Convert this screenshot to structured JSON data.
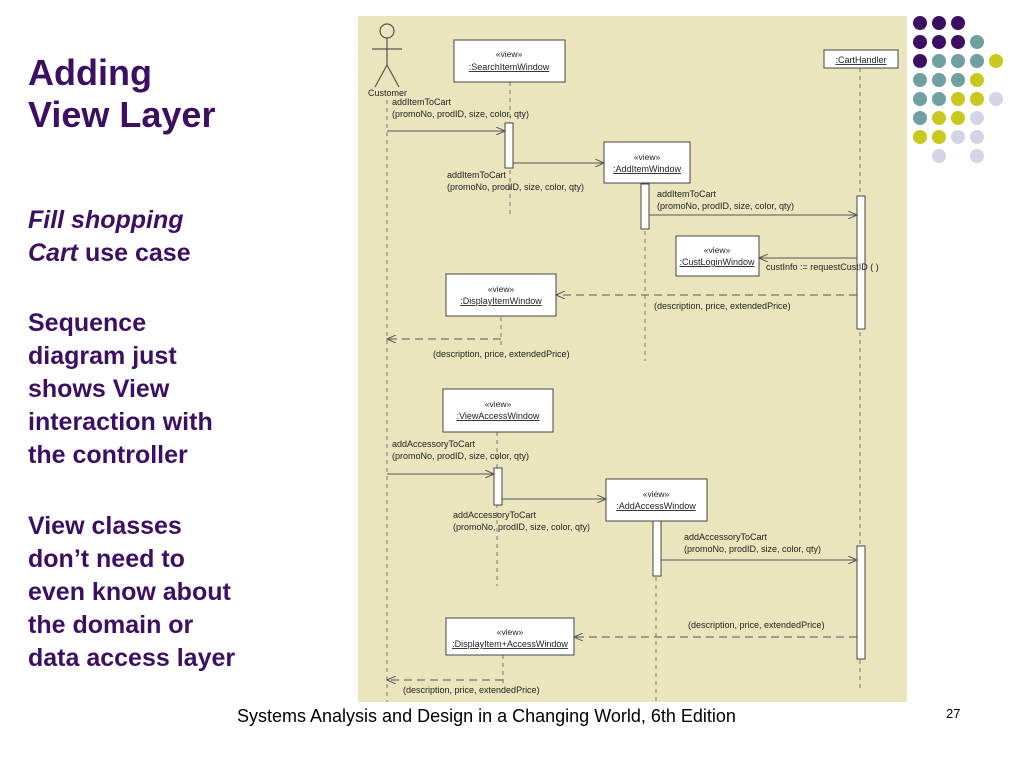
{
  "slide": {
    "title_line1": "Adding",
    "title_line2": "View Layer",
    "subtitle_italic1": "Fill shopping",
    "subtitle_italic2": "Cart",
    "subtitle_rest": " use case",
    "para1": [
      "Sequence",
      "diagram just",
      "shows View",
      "interaction with",
      "the controller"
    ],
    "para2": [
      "View classes",
      "don’t need to",
      "even know about",
      "the domain or",
      "data access layer"
    ],
    "footer": "Systems Analysis and Design in a Changing World, 6th Edition",
    "page_number": "27"
  },
  "diagram": {
    "actor": "Customer",
    "stereotype": "«view»",
    "objects": {
      "search": ":SearchItemWindow",
      "cart": ":CartHandler",
      "additem": ":AddItemWindow",
      "custlogin": ":CustLoginWindow",
      "display": ":DisplayItemWindow",
      "viewaccess": ":ViewAccessWindow",
      "addaccess": ":AddAccessWindow",
      "displayacc": ":DisplayItem+AccessWindow"
    },
    "messages": {
      "m1_name": "addItemToCart",
      "m1_args": "(promoNo, prodID, size, color, qty)",
      "m2_name": "addItemToCart",
      "m2_args": "(promoNo, prodID, size, color, qty)",
      "m3_name": "addItemToCart",
      "m3_args": "(promoNo, prodID, size, color, qty)",
      "m4": "custInfo := requestCustID ( )",
      "m5": "(description, price, extendedPrice)",
      "m6": "(description, price, extendedPrice)",
      "m7_name": "addAccessoryToCart",
      "m7_args": "(promoNo, prodID, size, color, qty)",
      "m8_name": "addAccessoryToCart",
      "m8_args": "(promoNo, prodID, size, color, qty)",
      "m9_name": "addAccessoryToCart",
      "m9_args": "(promoNo, prodID, size, color, qty)",
      "m10": "(description, price, extendedPrice)",
      "m11": "(description, price, extendedPrice)"
    }
  },
  "colors": {
    "title": "#3d0f63",
    "diagram_bg": "#ebe5bd",
    "dot_purple": "#3d0f63",
    "dot_teal": "#6f9f9f",
    "dot_yellow": "#c8c81e",
    "dot_lavender": "#d4d4e6"
  }
}
